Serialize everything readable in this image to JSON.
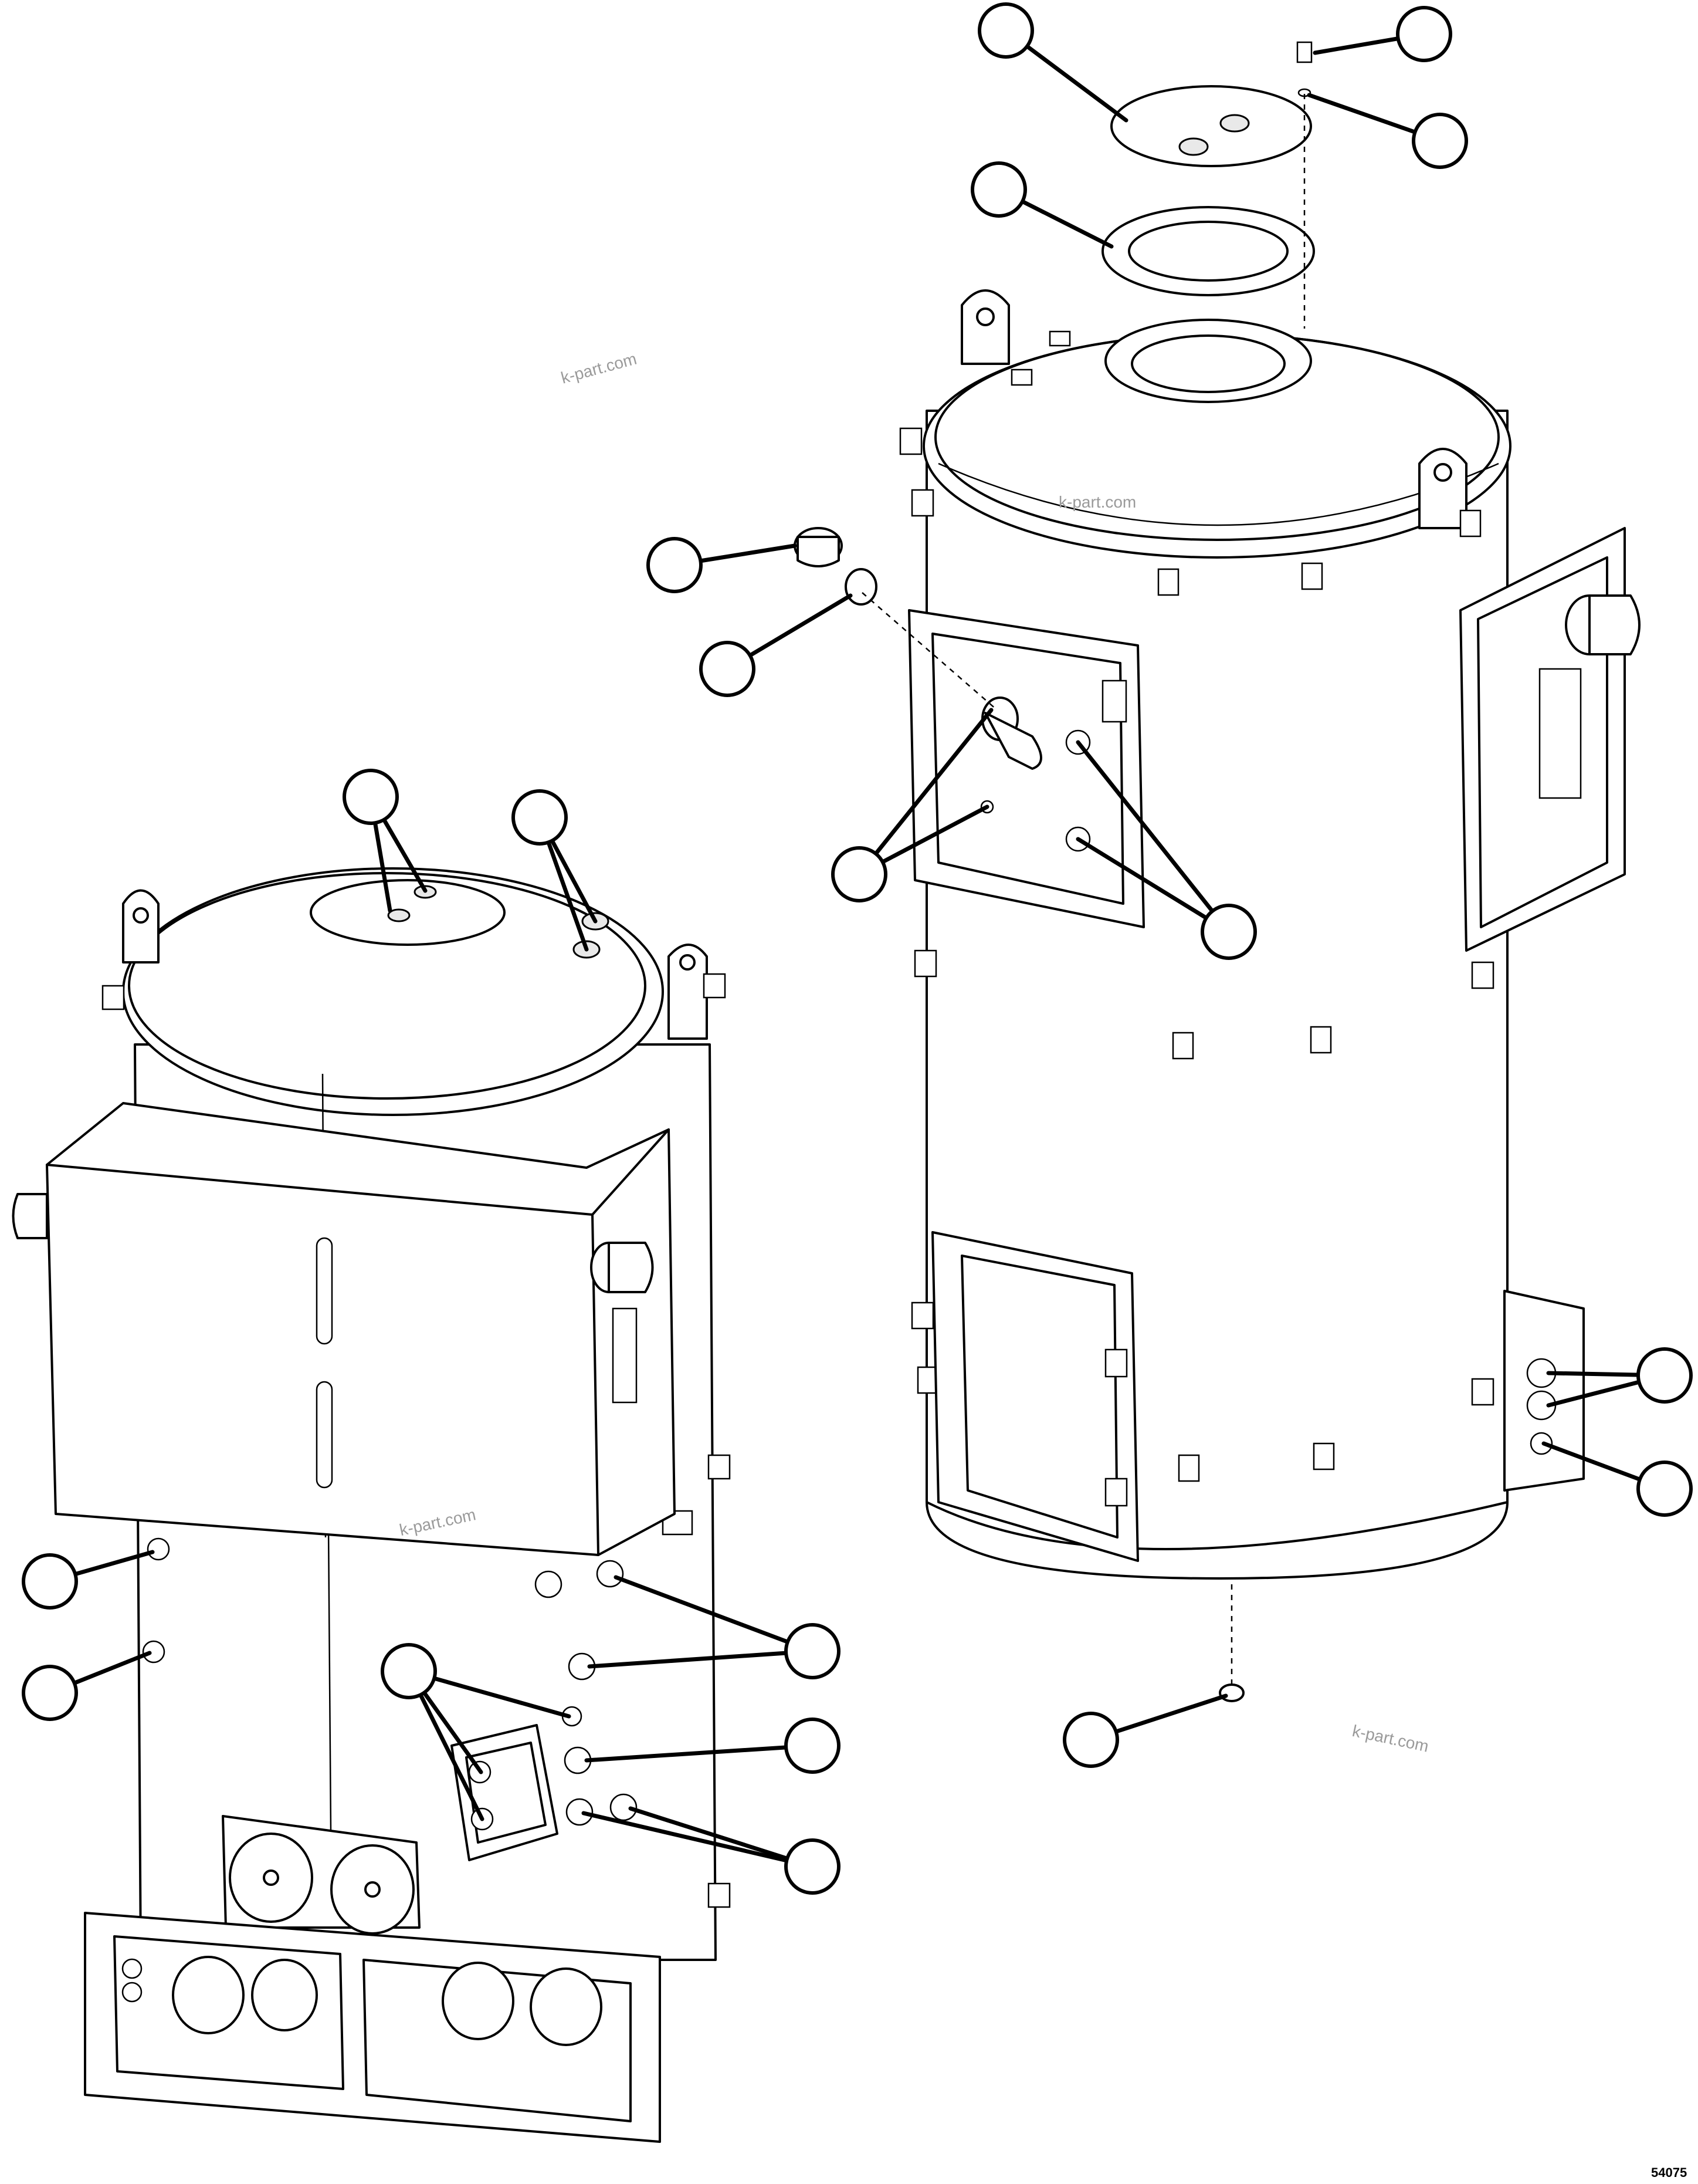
{
  "watermark": {
    "text": "k-part.com",
    "color": "#9a9a9a"
  },
  "figure_code": "54075",
  "callouts": [
    {
      "id": "c1"
    },
    {
      "id": "c2"
    },
    {
      "id": "c3"
    },
    {
      "id": "c4"
    },
    {
      "id": "c5"
    },
    {
      "id": "c6"
    },
    {
      "id": "c7"
    },
    {
      "id": "c8"
    },
    {
      "id": "c9"
    },
    {
      "id": "c10"
    },
    {
      "id": "c11"
    },
    {
      "id": "c12"
    },
    {
      "id": "c13"
    },
    {
      "id": "c14"
    },
    {
      "id": "c15"
    },
    {
      "id": "c16"
    },
    {
      "id": "c17"
    },
    {
      "id": "c18"
    },
    {
      "id": "c19"
    },
    {
      "id": "c20"
    }
  ],
  "colors": {
    "line": "#000000",
    "background": "#ffffff"
  }
}
